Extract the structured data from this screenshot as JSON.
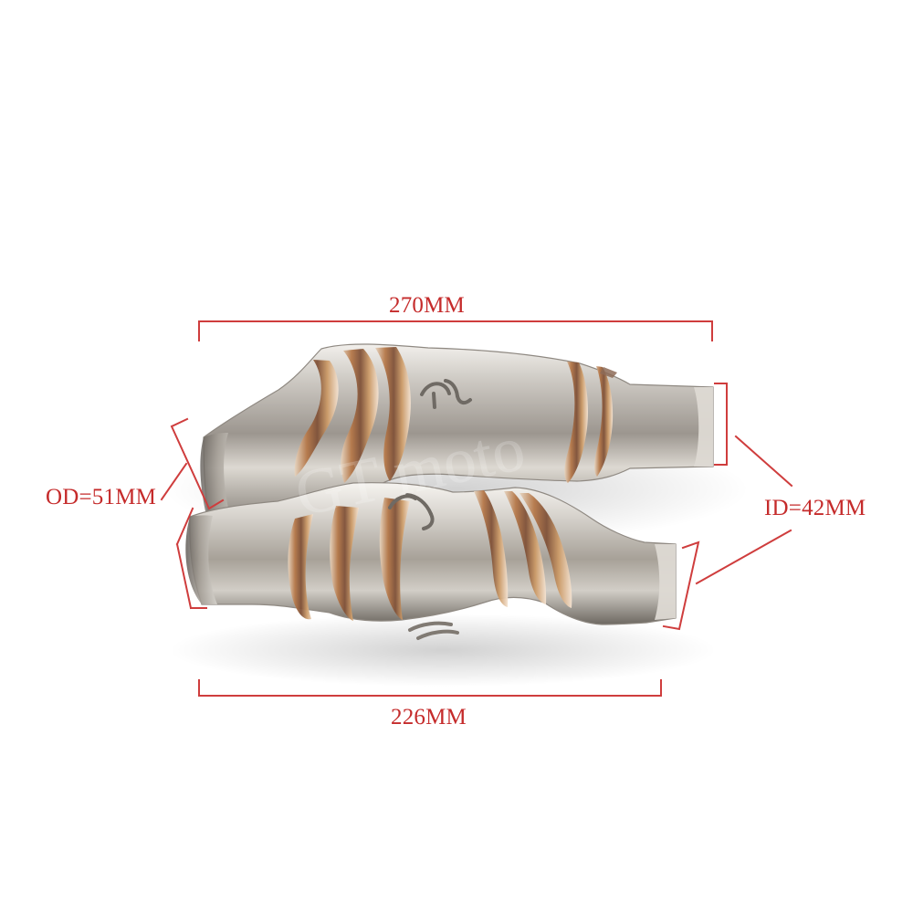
{
  "dimensions": {
    "top_length": "270MM",
    "bottom_length": "226MM",
    "outer_diameter": "OD=51MM",
    "inner_diameter": "ID=42MM"
  },
  "watermark": {
    "text": "GT moto"
  },
  "colors": {
    "dimension_line": "#cf3d3d",
    "dimension_text": "#c52b2b",
    "steel_light": "#d9d6d1",
    "steel_mid": "#aaa59d",
    "steel_dark": "#6d6861",
    "weld_bronze": "#b77a4d"
  },
  "objects": {
    "top_part_name": "exhaust-mid-pipe-upper",
    "bottom_part_name": "exhaust-mid-pipe-lower"
  }
}
